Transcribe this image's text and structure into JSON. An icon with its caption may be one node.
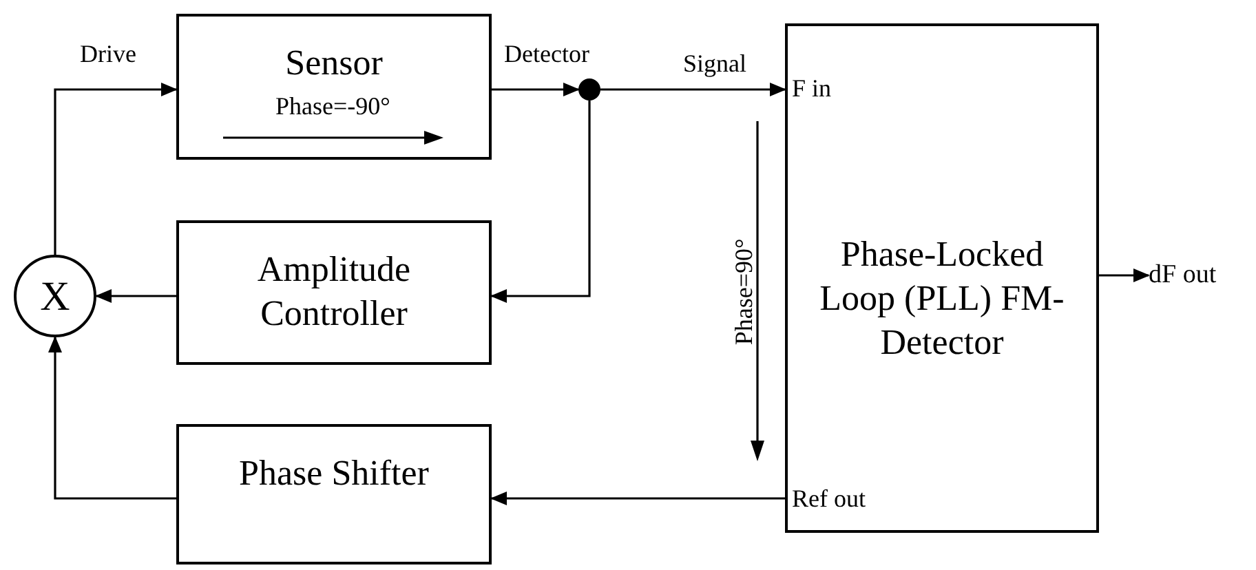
{
  "diagram": {
    "nodes": [
      {
        "text": [
          "Sensor",
          "Phase=-90°"
        ]
      },
      {
        "text": [
          "Amplitude Controller"
        ]
      },
      {
        "text": [
          "Phase Shifter"
        ]
      },
      {
        "text": [
          "F in",
          "Phase-Locked Loop (PLL) FM-Detector",
          "Ref out"
        ]
      },
      {
        "text": [
          "X"
        ]
      },
      {
        "text": [],
        "shape": "circle"
      },
      {
        "text": [
          "dF out"
        ]
      }
    ],
    "edges": [
      {
        "from": 0,
        "to": 5,
        "arrow": "to",
        "label": "Detector"
      },
      {
        "from": 5,
        "to": 3,
        "arrow": "to",
        "label": "Signal"
      },
      {
        "from": 5,
        "to": 1,
        "arrow": "to"
      },
      {
        "from": 1,
        "to": 4,
        "arrow": "to"
      },
      {
        "from": 2,
        "to": 4,
        "arrow": "to"
      },
      {
        "from": 3,
        "to": 2,
        "arrow": "to"
      },
      {
        "from": 4,
        "to": 0,
        "arrow": "to",
        "label": "Drive"
      },
      {
        "from": 3,
        "to": 6,
        "arrow": "to"
      }
    ],
    "labels": [
      "Phase=90°"
    ]
  }
}
